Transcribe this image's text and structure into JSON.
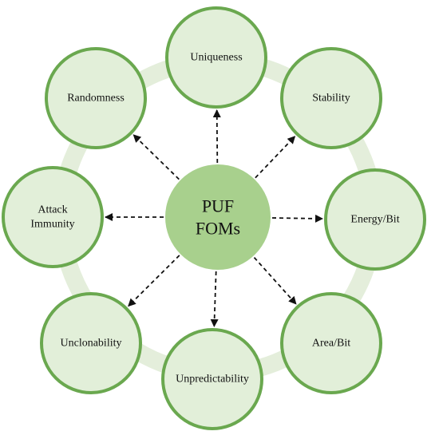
{
  "colors": {
    "ring": "#e4eedb",
    "node_fill": "#e2efd9",
    "node_stroke": "#6aa84f",
    "hub_fill": "#a8d08d",
    "arrow": "#111111",
    "text": "#111111"
  },
  "hub": {
    "lines": [
      "PUF",
      "FOMs"
    ]
  },
  "nodes": [
    {
      "id": "uniqueness",
      "lines": [
        "Uniqueness"
      ]
    },
    {
      "id": "stability",
      "lines": [
        "Stability"
      ]
    },
    {
      "id": "energy-bit",
      "lines": [
        "Energy/Bit"
      ]
    },
    {
      "id": "area-bit",
      "lines": [
        "Area/Bit"
      ]
    },
    {
      "id": "unpredictability",
      "lines": [
        "Unpredictability"
      ]
    },
    {
      "id": "unclonability",
      "lines": [
        "Unclonability"
      ]
    },
    {
      "id": "attack-immunity",
      "lines": [
        "Attack",
        "Immunity"
      ]
    },
    {
      "id": "randomness",
      "lines": [
        "Randomness"
      ]
    }
  ]
}
